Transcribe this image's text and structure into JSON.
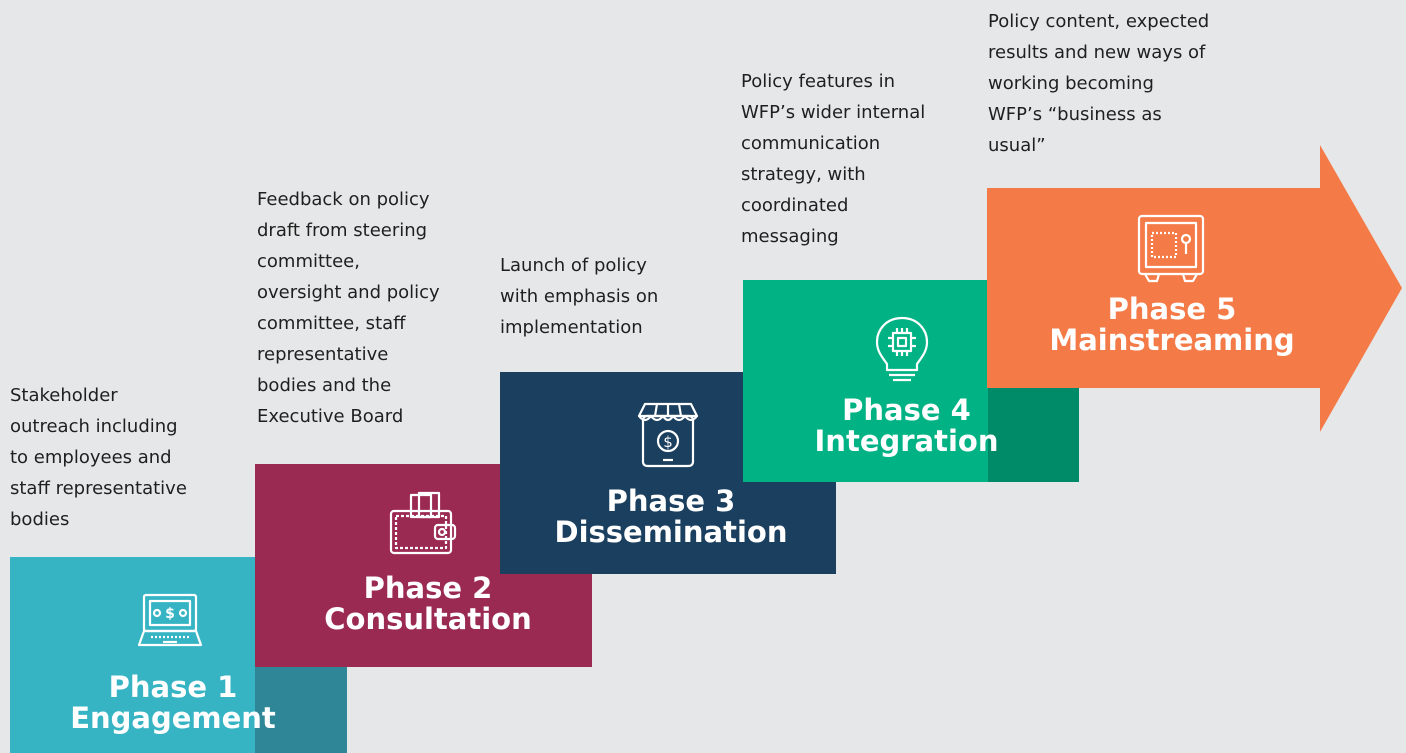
{
  "phases": [
    {
      "number_label": "Phase 1",
      "name": "Engagement",
      "icon": "laptop-dollar-icon",
      "color": "#36b4c4",
      "shade": "#2e8697",
      "description": "Stakeholder\noutreach including\nto employees and\nstaff representative\nbodies"
    },
    {
      "number_label": "Phase 2",
      "name": "Consultation",
      "icon": "wallet-icon",
      "color": "#9b2a53",
      "shade": "#9b2a53",
      "description": "Feedback on policy\ndraft from steering\ncommittee,\noversight and policy\ncommittee, staff\nrepresentative\nbodies and the\nExecutive Board"
    },
    {
      "number_label": "Phase 3",
      "name": "Dissemination",
      "icon": "mobile-shop-icon",
      "color": "#1b3f5f",
      "shade": "#1b3f5f",
      "description": "Launch of policy\nwith emphasis on\nimplementation"
    },
    {
      "number_label": "Phase 4",
      "name": "Integration",
      "icon": "lightbulb-chip-icon",
      "color": "#00b284",
      "shade": "#008b68",
      "description": "Policy features in\nWFP’s wider internal\ncommunication\nstrategy, with\ncoordinated\nmessaging"
    },
    {
      "number_label": "Phase 5",
      "name": "Mainstreaming",
      "icon": "safe-icon",
      "color": "#f47b48",
      "shade": "#f47b48",
      "description": "Policy content, expected\nresults and new ways of\nworking becoming\nWFP’s “business as\nusual”"
    }
  ]
}
